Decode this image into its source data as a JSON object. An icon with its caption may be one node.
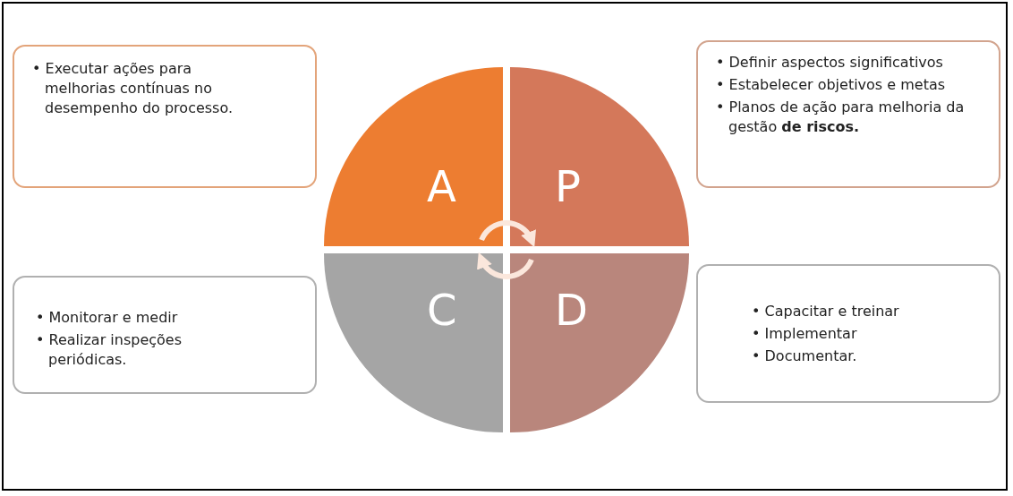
{
  "diagram": {
    "nodes": [
      {
        "text": [
          "• Executar ações para melhorias contínuas no desempenho do processo."
        ]
      },
      {
        "text": [
          "A"
        ]
      },
      {
        "text": [
          "P"
        ]
      },
      {
        "text": [
          "• Definir aspectos significativos",
          "• Estabelecer objetivos e metas",
          "• Planos de ação para melhoria da gestão **de riscos.**"
        ]
      },
      {
        "text": [
          "• Monitorar e medir",
          "• Realizar inspeções periódicas."
        ]
      },
      {
        "text": [
          "C"
        ]
      },
      {
        "text": [
          "D"
        ]
      },
      {
        "text": [
          "• Capacitar e treinar",
          "• Implementar",
          "• Documentar."
        ]
      }
    ],
    "edges": [
      {
        "from": 1,
        "to": 2,
        "arrow": "to"
      },
      {
        "from": 6,
        "to": 5,
        "arrow": "to"
      }
    ]
  }
}
